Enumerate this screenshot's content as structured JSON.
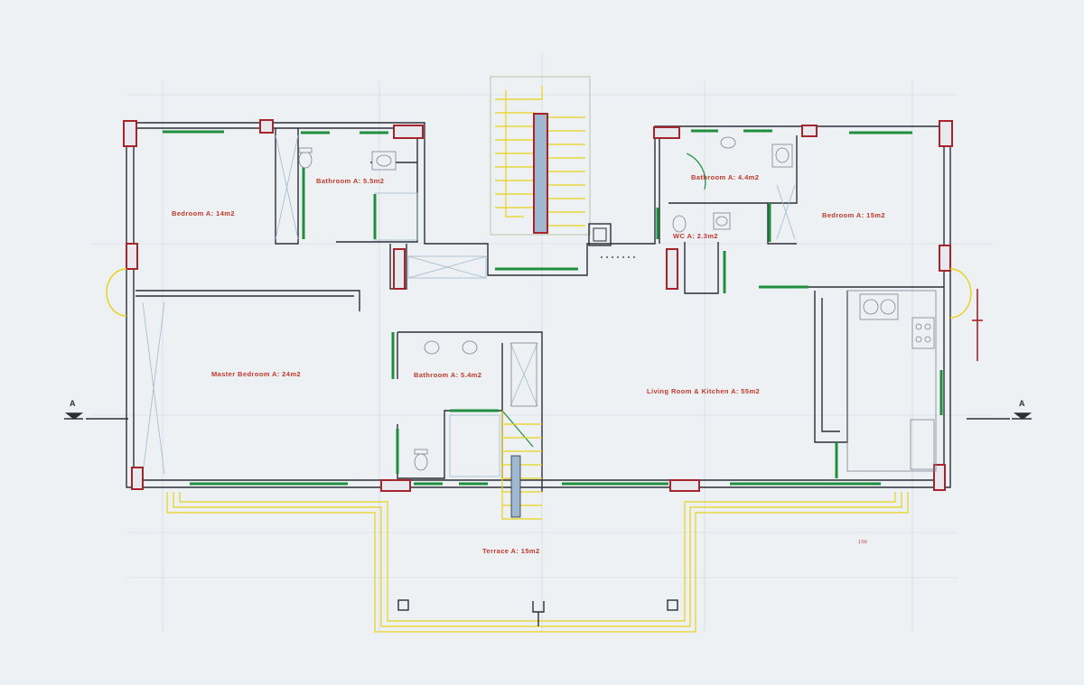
{
  "plan": {
    "rooms": [
      {
        "key": "bedroom_left",
        "label": "Bedroom A: 14m2"
      },
      {
        "key": "bathroom_top_left",
        "label": "Bathroom A: 5.5m2"
      },
      {
        "key": "bedroom_top_right_bath",
        "label": "Bathroom A: 4.4m2"
      },
      {
        "key": "bedroom_right",
        "label": "Bedroom A: 15m2"
      },
      {
        "key": "wc",
        "label": "WC A: 2.3m2"
      },
      {
        "key": "master_bedroom",
        "label": "Master Bedroom A: 24m2"
      },
      {
        "key": "master_bathroom",
        "label": "Bathroom A: 5.4m2"
      },
      {
        "key": "living_kitchen",
        "label": "Living Room & Kitchen A: 55m2"
      },
      {
        "key": "terrace",
        "label": "Terrace A: 15m2"
      }
    ],
    "scale_note": "1:50",
    "section_markers": [
      "A",
      "A"
    ],
    "colors": {
      "paper": "#eef1f3",
      "wall": "#2b2f38",
      "column": "#a8242b",
      "window": "#1f8f3e",
      "door": "#1f8f3e",
      "stair": "#e8d21a",
      "label": "#c0392b",
      "grid": "#c6d3e2",
      "glass": "#9fb8cf"
    },
    "icons": [
      "section-arrow-icon",
      "toilet-icon",
      "sink-icon",
      "shower-icon",
      "stove-icon",
      "stair-icon"
    ]
  }
}
